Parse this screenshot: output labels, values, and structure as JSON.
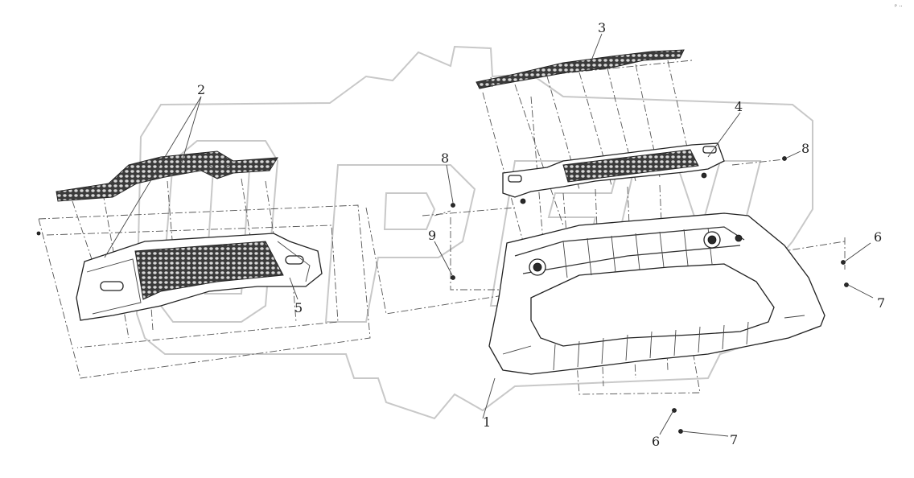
{
  "diagram": {
    "type": "exploded-parts-diagram",
    "callouts": [
      {
        "id": "c1",
        "text": "1"
      },
      {
        "id": "c2",
        "text": "2"
      },
      {
        "id": "c3",
        "text": "3"
      },
      {
        "id": "c4",
        "text": "4"
      },
      {
        "id": "c5",
        "text": "5"
      },
      {
        "id": "c6a",
        "text": "6"
      },
      {
        "id": "c6b",
        "text": "6"
      },
      {
        "id": "c7a",
        "text": "7"
      },
      {
        "id": "c7b",
        "text": "7"
      },
      {
        "id": "c8a",
        "text": "8"
      },
      {
        "id": "c8b",
        "text": "8"
      },
      {
        "id": "c9",
        "text": "9"
      }
    ],
    "corner_mark": "ᵖ ··"
  }
}
